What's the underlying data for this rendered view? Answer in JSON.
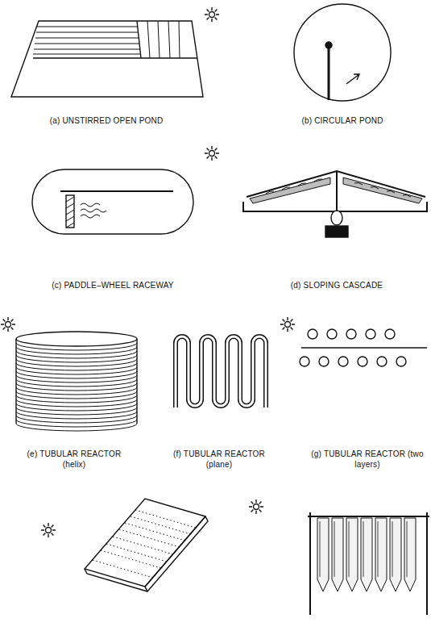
{
  "diagram": {
    "labels": [
      "(a) UNSTIRRED OPEN POND",
      "(b) CIRCULAR POND",
      "(c) PADDLE–WHEEL RACEWAY",
      "(d) SLOPING CASCADE",
      "(e) TUBULAR REACTOR (helix)",
      "(f) TUBULAR REACTOR (plane)",
      "(g) TUBULAR REACTOR (two layers)"
    ]
  }
}
